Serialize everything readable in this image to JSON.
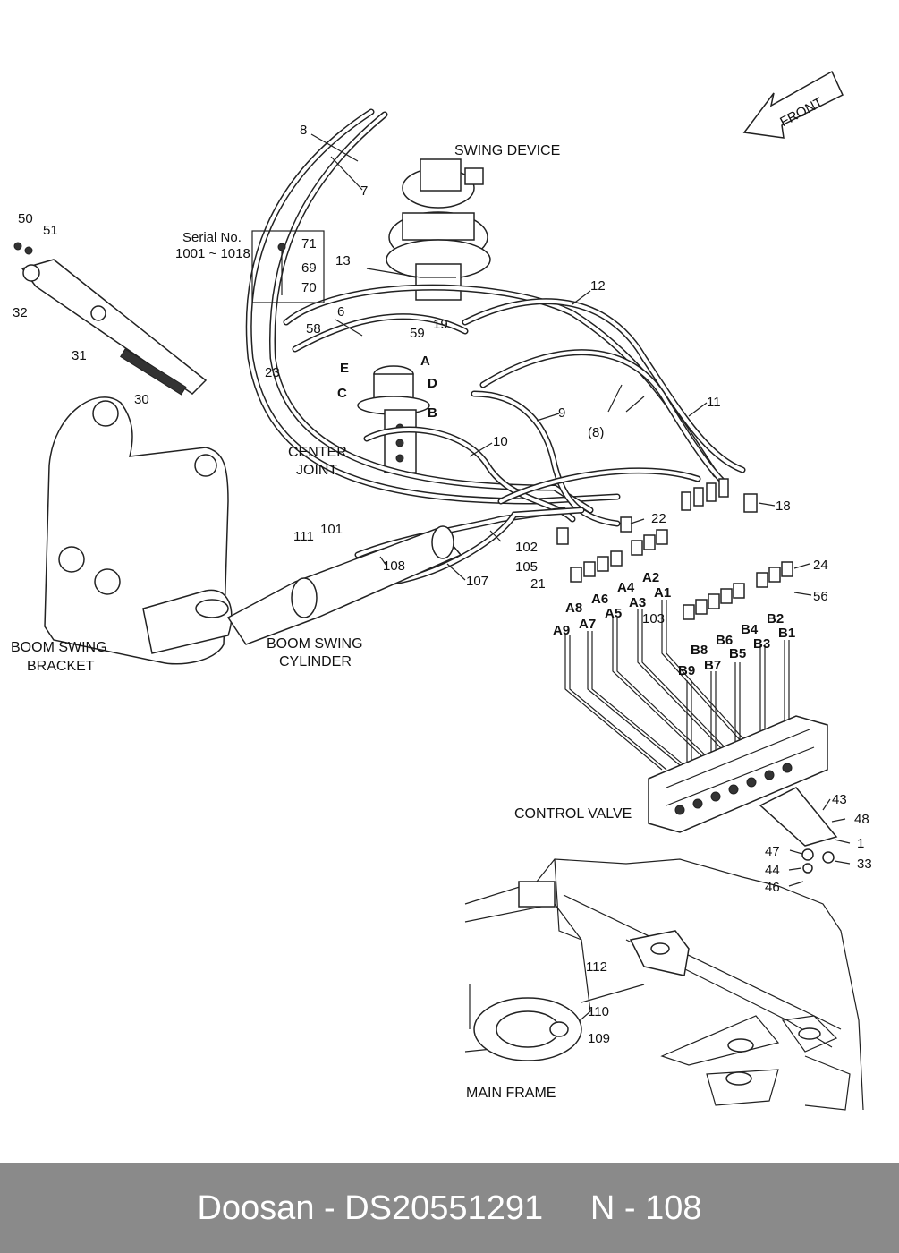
{
  "footer": {
    "brand": "Doosan",
    "sep1": " - ",
    "part_number": "DS20551291",
    "page_ref": "N - 108"
  },
  "diagram": {
    "front_label": "FRONT",
    "serial_note_line1": "Serial No.",
    "serial_note_line2": "1001 ~ 1018",
    "captions": {
      "swing_device": "SWING DEVICE",
      "center_joint_1": "CENTER",
      "center_joint_2": "JOINT",
      "boom_swing_bracket_1": "BOOM SWING",
      "boom_swing_bracket_2": "BRACKET",
      "boom_swing_cylinder_1": "BOOM SWING",
      "boom_swing_cylinder_2": "CYLINDER",
      "control_valve": "CONTROL VALVE",
      "main_frame": "MAIN FRAME"
    },
    "callouts": [
      "50",
      "51",
      "32",
      "31",
      "30",
      "8",
      "7",
      "71",
      "69",
      "70",
      "13",
      "6",
      "58",
      "23",
      "E",
      "C",
      "59",
      "19",
      "A",
      "D",
      "B",
      "12",
      "9",
      "10",
      "11",
      "(8)",
      "18",
      "22",
      "24",
      "56",
      "102",
      "105",
      "21",
      "A8",
      "A6",
      "A4",
      "A2",
      "A1",
      "A3",
      "A5",
      "A7",
      "A9",
      "103",
      "B8",
      "B6",
      "B4",
      "B2",
      "B3",
      "B1",
      "B5",
      "B7",
      "B9",
      "111",
      "101",
      "108",
      "107",
      "43",
      "48",
      "1",
      "47",
      "33",
      "44",
      "46",
      "112",
      "110",
      "109"
    ]
  }
}
